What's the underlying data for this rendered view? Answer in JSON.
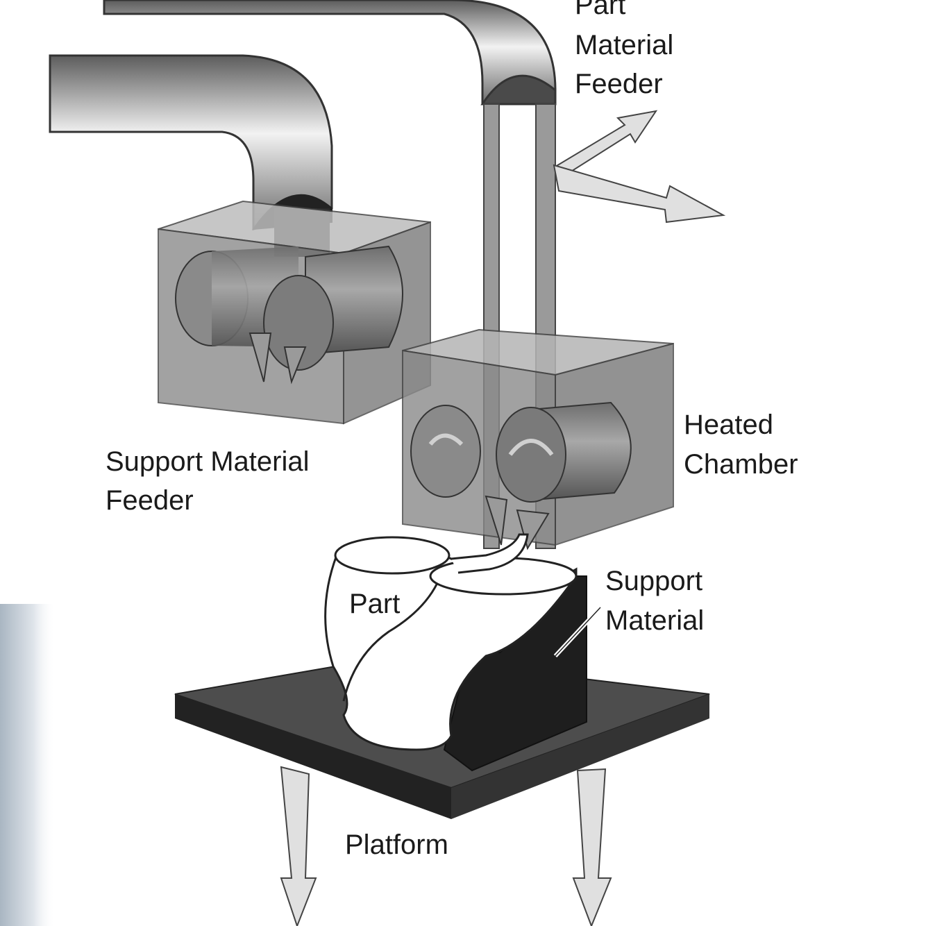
{
  "labels": {
    "part_feeder_line1": "Part",
    "part_feeder_line2": "Material",
    "part_feeder_line3": "Feeder",
    "support_feeder_line1": "Support Material",
    "support_feeder_line2": "Feeder",
    "heated_line1": "Heated",
    "heated_line2": "Chamber",
    "support_material_line1": "Support",
    "support_material_line2": "Material",
    "part": "Part",
    "platform": "Platform"
  }
}
